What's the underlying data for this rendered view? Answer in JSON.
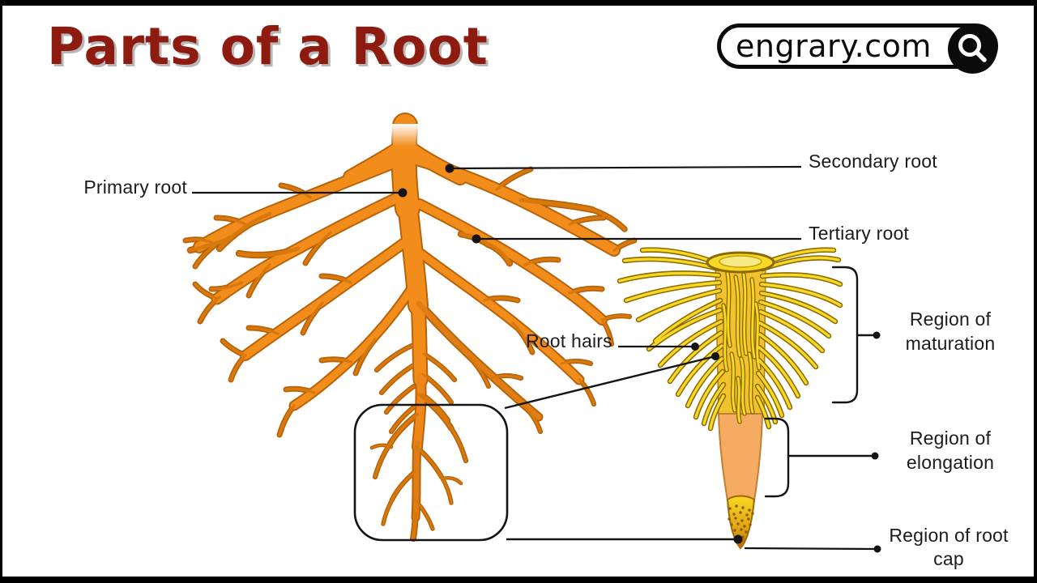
{
  "header": {
    "title": "Parts of a Root",
    "title_color": "#8E1B10",
    "brand": {
      "domain": "engrary.com",
      "icon": "search-icon"
    }
  },
  "diagram": {
    "labels": {
      "primary_root": "Primary root",
      "secondary_root": "Secondary root",
      "tertiary_root": "Tertiary root",
      "root_hairs": "Root hairs",
      "region_of_maturation": {
        "line1": "Region of",
        "line2": "maturation"
      },
      "region_of_elongation": {
        "line1": "Region of",
        "line2": "elongation"
      },
      "region_of_root_cap": {
        "line1": "Region of root",
        "line2": "cap"
      }
    },
    "colors": {
      "root_fill": "#F28C1A",
      "root_outline": "#B96309",
      "twig_fill": "#D8790E",
      "hair_fill": "#F8D826",
      "hair_outline": "#8C6A00",
      "maturation_column": "#F2C22E",
      "elongation_fill": "#F5AC62",
      "cap_top": "#F8D822",
      "cap_bottom": "#C97B0C",
      "leader_line": "#141414",
      "frame": "#000000"
    }
  }
}
